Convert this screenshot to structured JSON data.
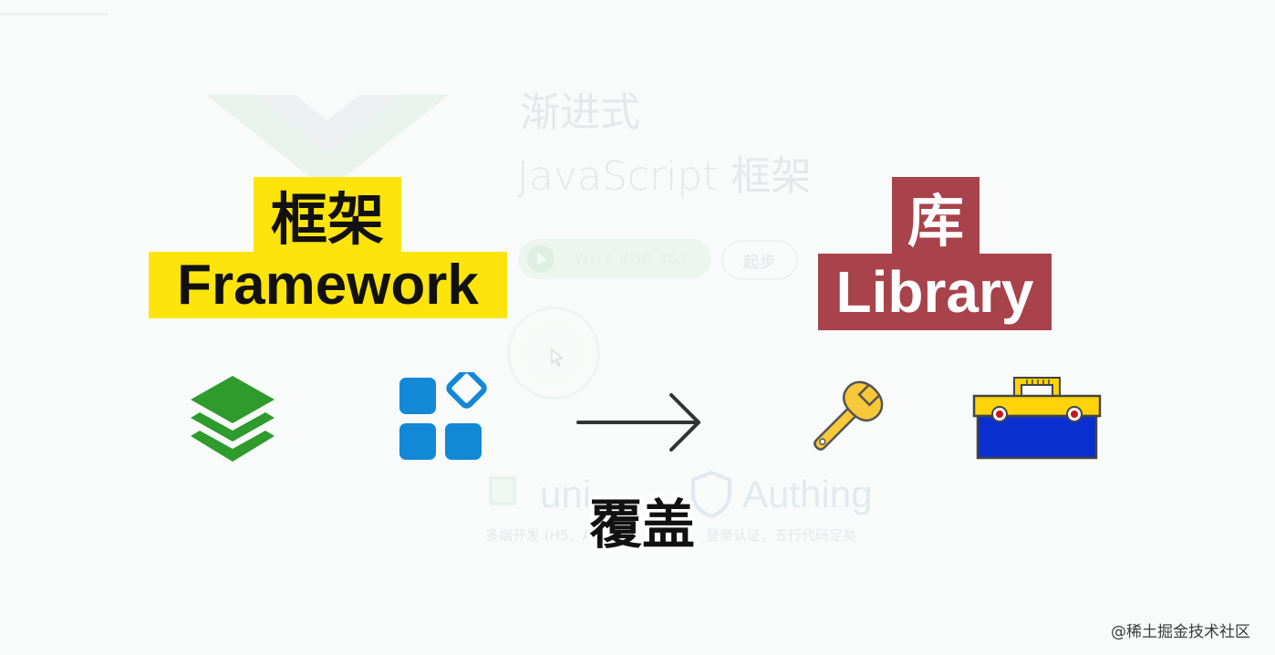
{
  "background_page": {
    "title_line1": "渐进式",
    "title_line2": "JavaScript 框架",
    "primary_button": "WHY VUE.JS?",
    "secondary_button": "起步",
    "ring_caption": "",
    "sponsor_uni": "uni",
    "sponsor_authing": "Authing",
    "sponsor_note_left": "多端开发 (H5、A",
    "sponsor_note_right": "登录认证，五行代码足矣"
  },
  "labels": {
    "framework_cn": "框架",
    "framework_en": "Framework",
    "library_cn": "库",
    "library_en": "Library"
  },
  "icons": {
    "layers": "layers-icon",
    "apps": "apps-grid-icon",
    "arrow": "right-arrow-icon",
    "wrench": "wrench-icon",
    "toolbox": "toolbox-icon"
  },
  "caption": "覆盖",
  "watermark": "@稀土掘金技术社区",
  "colors": {
    "framework_bg": "#fde40a",
    "library_bg": "#a8424b",
    "layers_green": "#2e9b2c",
    "apps_blue": "#1388d6",
    "toolbox_blue": "#0a2fd0",
    "toolbox_yellow": "#fdd30a"
  }
}
